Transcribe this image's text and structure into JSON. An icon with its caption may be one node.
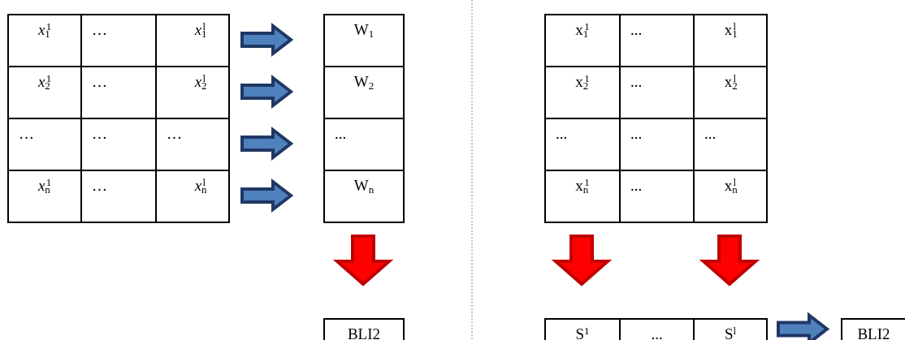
{
  "diagram": {
    "nodes": [
      {
        "text": [],
        "shape": "box"
      },
      {
        "text": [
          "*x*$_{1}$$^{1}$"
        ],
        "in": 0
      },
      {
        "text": [
          "…"
        ],
        "in": 0
      },
      {
        "text": [
          "*x*$_{1}$$^{l}$"
        ],
        "in": 0
      },
      {
        "text": [
          "*x*$_{2}$$^{1}$"
        ],
        "in": 0
      },
      {
        "text": [
          "…"
        ],
        "in": 0
      },
      {
        "text": [
          "*x*$_{2}$$^{l}$"
        ],
        "in": 0
      },
      {
        "text": [
          "…"
        ],
        "in": 0
      },
      {
        "text": [
          "…"
        ],
        "in": 0
      },
      {
        "text": [
          "…"
        ],
        "in": 0
      },
      {
        "text": [
          "*x*$_{n}$$^{1}$"
        ],
        "in": 0
      },
      {
        "text": [
          "…"
        ],
        "in": 0
      },
      {
        "text": [
          "*x*$_{n}$$^{l}$"
        ],
        "in": 0
      },
      {
        "text": [],
        "shape": "box"
      },
      {
        "text": [
          "W$_{1}$"
        ],
        "in": 13
      },
      {
        "text": [
          "W$_{2}$"
        ],
        "in": 13
      },
      {
        "text": [
          "..."
        ],
        "in": 13
      },
      {
        "text": [
          "W$_{n}$"
        ],
        "in": 13
      },
      {
        "text": [
          "BLI2"
        ]
      },
      {
        "text": [],
        "shape": "box"
      },
      {
        "text": [
          "x$_{1}$$^{1}$"
        ],
        "in": 19
      },
      {
        "text": [
          "..."
        ],
        "in": 19
      },
      {
        "text": [
          "x$_{1}$$^{l}$"
        ],
        "in": 19
      },
      {
        "text": [
          "x$_{2}$$^{1}$"
        ],
        "in": 19
      },
      {
        "text": [
          "..."
        ],
        "in": 19
      },
      {
        "text": [
          "x$_{2}$$^{l}$"
        ],
        "in": 19
      },
      {
        "text": [
          "..."
        ],
        "in": 19
      },
      {
        "text": [
          "..."
        ],
        "in": 19
      },
      {
        "text": [
          "..."
        ],
        "in": 19
      },
      {
        "text": [
          "x$_{n}$$^{1}$"
        ],
        "in": 19
      },
      {
        "text": [
          "..."
        ],
        "in": 19
      },
      {
        "text": [
          "x$_{n}$$^{l}$"
        ],
        "in": 19
      },
      {
        "text": [],
        "shape": "box"
      },
      {
        "text": [
          "S$^{1}$"
        ],
        "in": 32
      },
      {
        "text": [
          "..."
        ],
        "in": 32
      },
      {
        "text": [
          "S$^{l}$"
        ],
        "in": 32
      },
      {
        "text": [
          "BLI2"
        ]
      }
    ],
    "edges": [
      {
        "from": 3,
        "to": 14,
        "arrow": "to",
        "style": "thick"
      },
      {
        "from": 6,
        "to": 15,
        "arrow": "to",
        "style": "thick"
      },
      {
        "from": 9,
        "to": 16,
        "arrow": "to",
        "style": "thick"
      },
      {
        "from": 12,
        "to": 17,
        "arrow": "to",
        "style": "thick"
      },
      {
        "from": 13,
        "to": 18,
        "arrow": "to",
        "style": "thick",
        "color": "#ff0000"
      },
      {
        "from": 29,
        "to": 33,
        "arrow": "to",
        "style": "thick",
        "color": "#ff0000"
      },
      {
        "from": 31,
        "to": 35,
        "arrow": "to",
        "style": "thick",
        "color": "#ff0000"
      },
      {
        "from": 32,
        "to": 36,
        "arrow": "to",
        "style": "thick"
      }
    ]
  }
}
